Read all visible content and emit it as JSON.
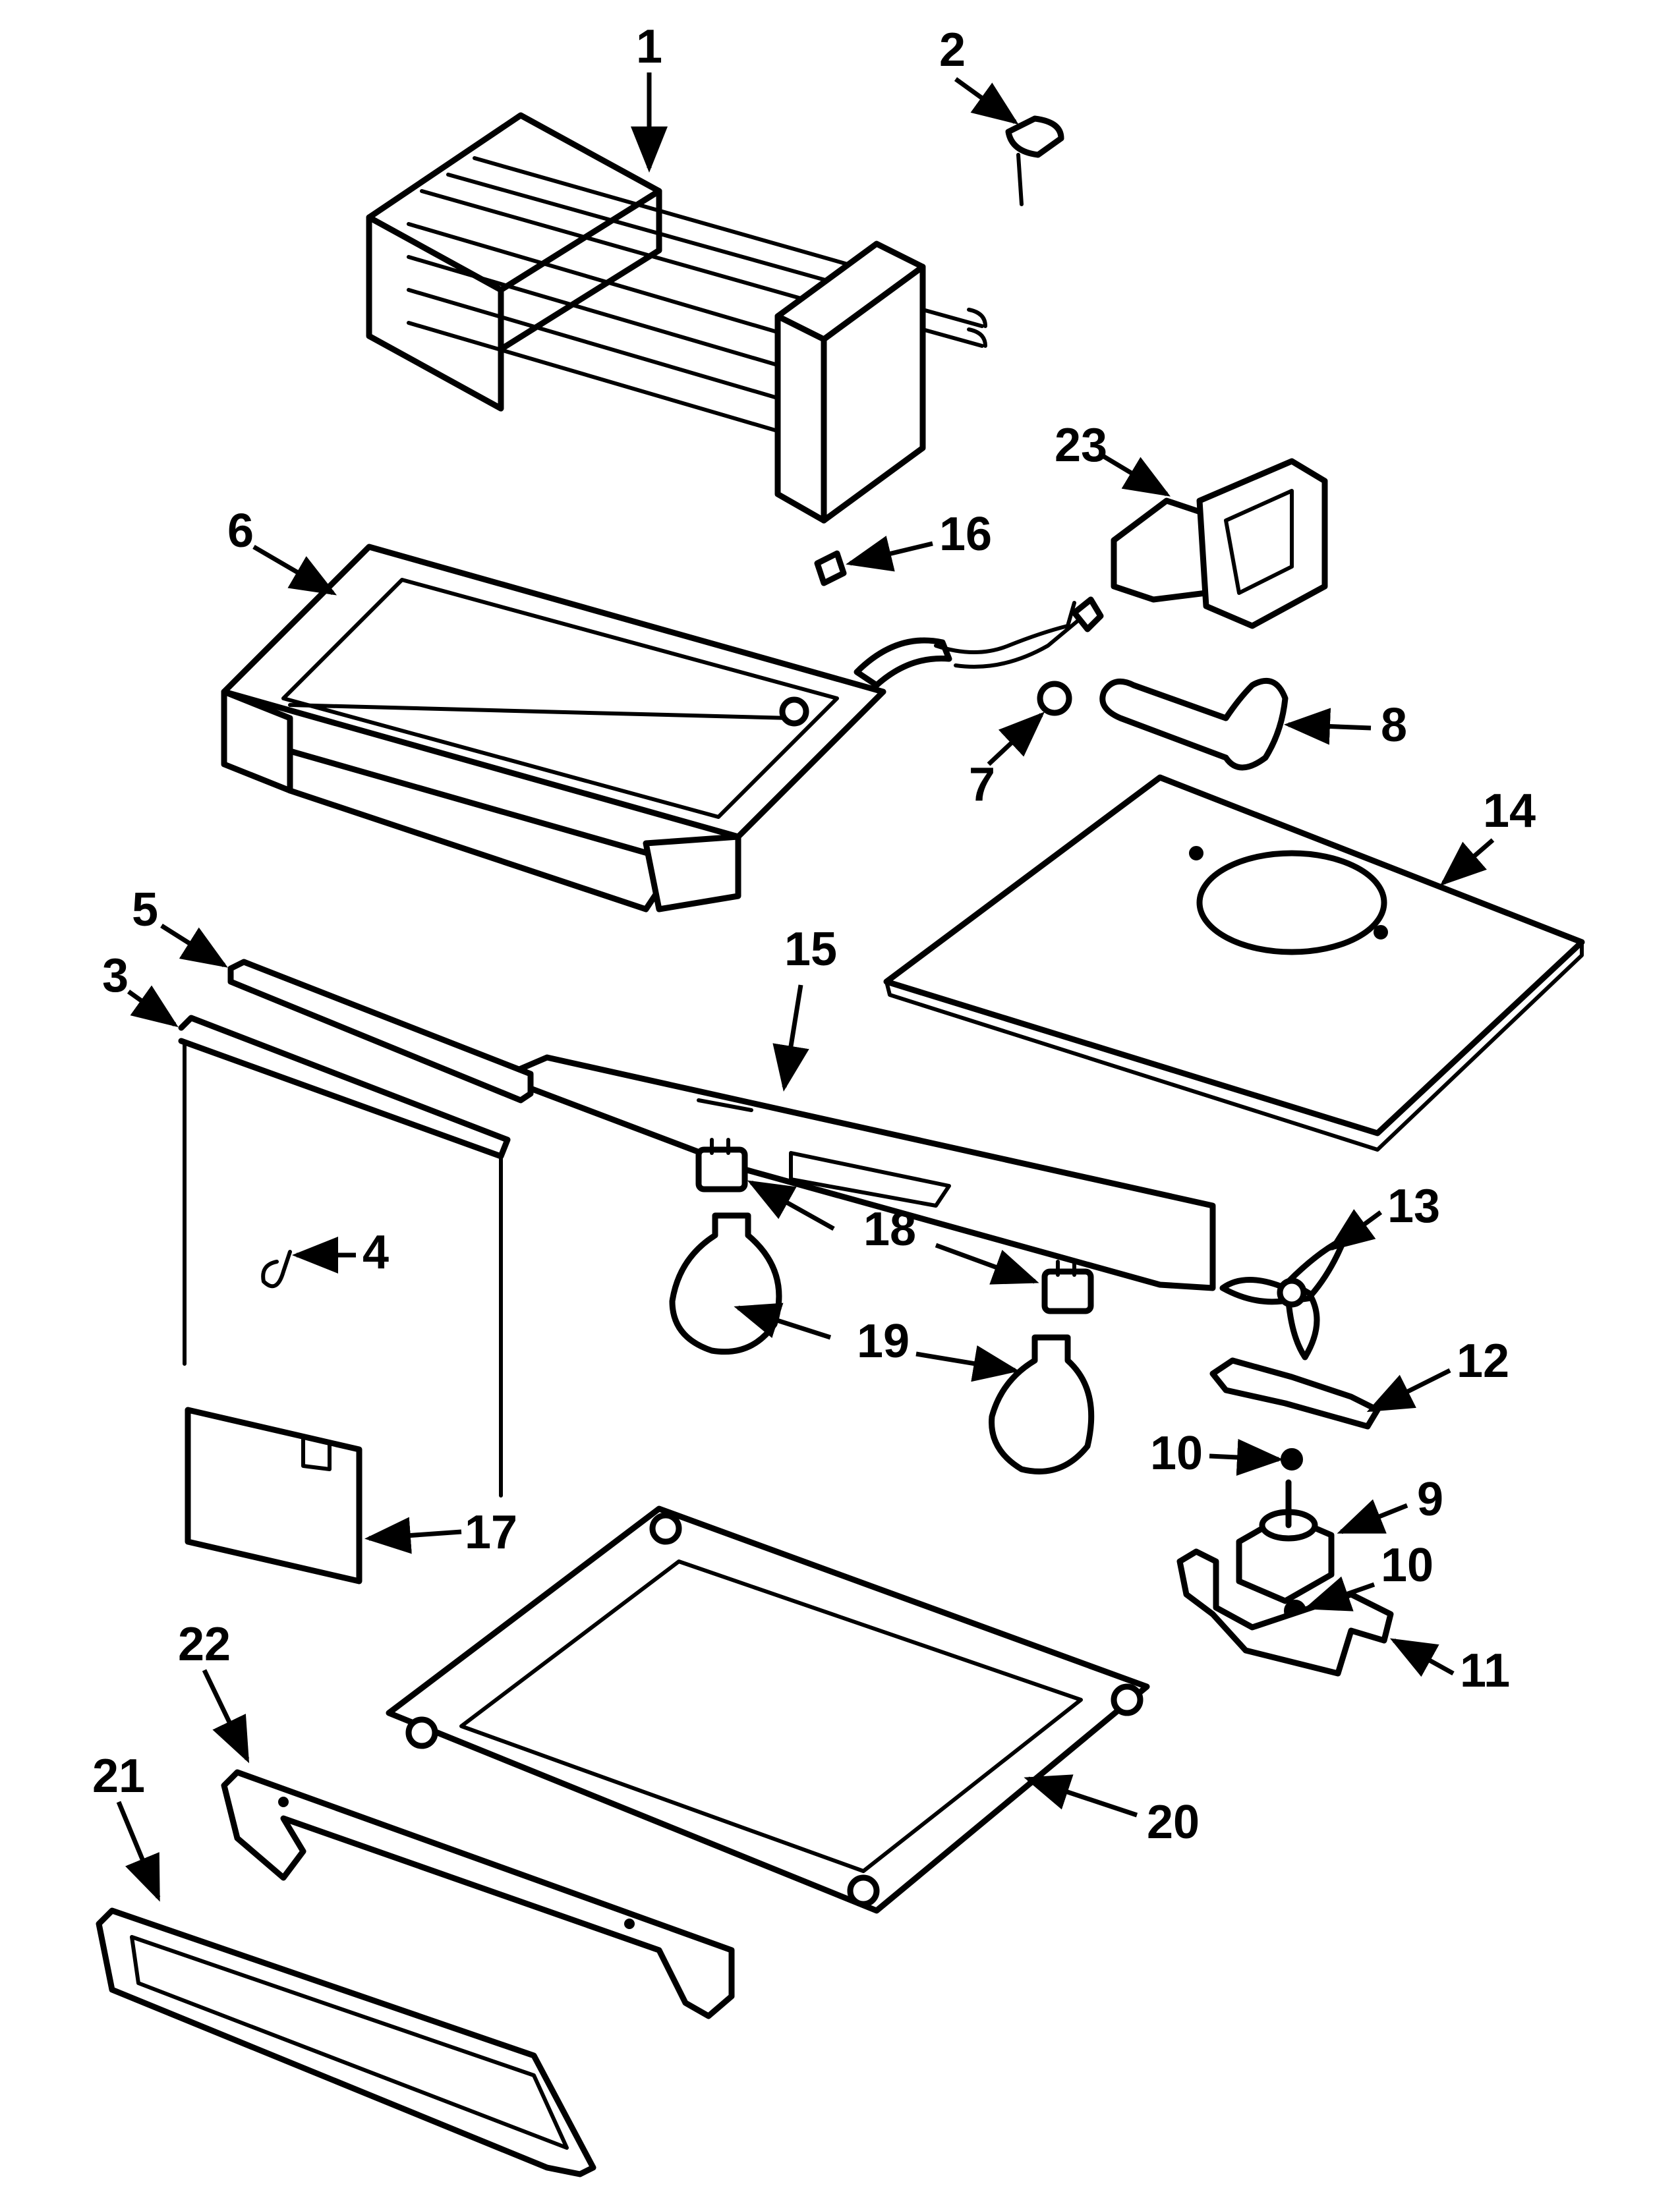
{
  "callouts": {
    "c1": "1",
    "c2": "2",
    "c3": "3",
    "c4": "4",
    "c5": "5",
    "c6": "6",
    "c7": "7",
    "c8": "8",
    "c9": "9",
    "c10a": "10",
    "c10b": "10",
    "c11": "11",
    "c12": "12",
    "c13": "13",
    "c14": "14",
    "c15": "15",
    "c16": "16",
    "c17": "17",
    "c18": "18",
    "c19": "19",
    "c20": "20",
    "c21": "21",
    "c22": "22",
    "c23": "23"
  },
  "colors": {
    "line": "#000000",
    "background": "#ffffff"
  }
}
